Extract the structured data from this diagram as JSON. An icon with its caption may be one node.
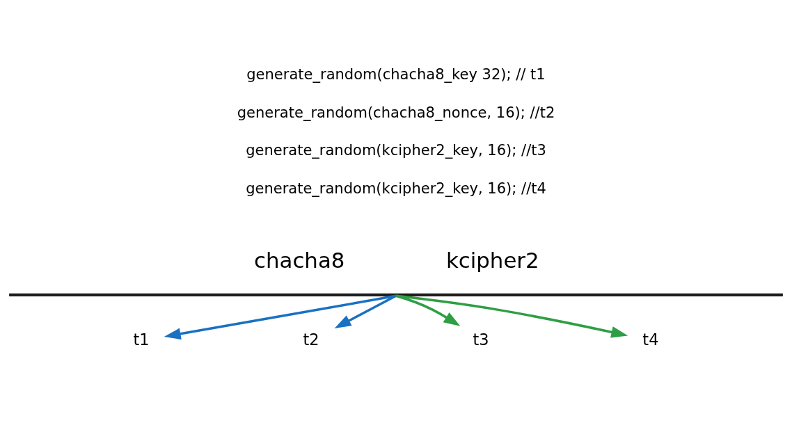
{
  "diagram": {
    "nodes": [
      {
        "text": [],
        "shape": "bar"
      },
      {
        "text": [
          "t1"
        ]
      },
      {
        "text": [
          "t2"
        ]
      },
      {
        "text": [
          "t3"
        ]
      },
      {
        "text": [
          "t4"
        ]
      }
    ],
    "edges": [
      {
        "from": 0,
        "to": 1,
        "arrow": "to",
        "color": "#1971c2"
      },
      {
        "from": 0,
        "to": 2,
        "arrow": "to",
        "color": "#1971c2"
      },
      {
        "from": 0,
        "to": 3,
        "arrow": "to",
        "color": "#2f9e44"
      },
      {
        "from": 0,
        "to": 4,
        "arrow": "to",
        "color": "#2f9e44"
      }
    ],
    "labels": [
      "generate_random(chacha8_key 32); // t1",
      "generate_random(chacha8_nonce, 16); //t2",
      "generate_random(kcipher2_key, 16); //t3",
      "generate_random(kcipher2_key, 16); //t4",
      "chacha8",
      "kcipher2"
    ]
  }
}
